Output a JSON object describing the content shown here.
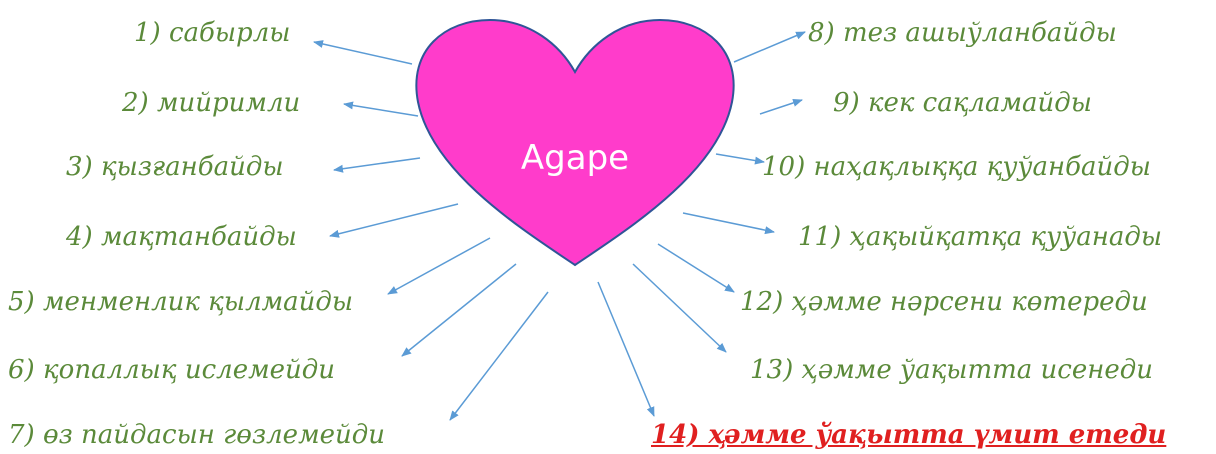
{
  "center": {
    "label": "Agape",
    "fill": "#FF3CCB",
    "stroke": "#2F5597"
  },
  "colors": {
    "text": "#5B8A3A",
    "highlight": "#E02020",
    "arrow": "#5B9BD5"
  },
  "items": [
    {
      "text": "1) сабырлы"
    },
    {
      "text": "2) мийримли"
    },
    {
      "text": "3) қызғанбайды"
    },
    {
      "text": "4) мақтанбайды"
    },
    {
      "text": "5) менменлик қылмайды"
    },
    {
      "text": "6) қопаллық ислемейди"
    },
    {
      "text": "7) өз пайдасын гөзлемейди"
    },
    {
      "text": "8) тез ашыўланбайды"
    },
    {
      "text": "9) кек сақламайды"
    },
    {
      "text": "10) наҳақлыққа қуўанбайды"
    },
    {
      "text": "11) ҳақыйқатқа қуўанады"
    },
    {
      "text": "12) ҳәмме нәрсени көтереди"
    },
    {
      "text": "13) ҳәмме ўақытта исенеди"
    },
    {
      "text": "14) ҳәмме ўақытта үмит етеди"
    }
  ]
}
